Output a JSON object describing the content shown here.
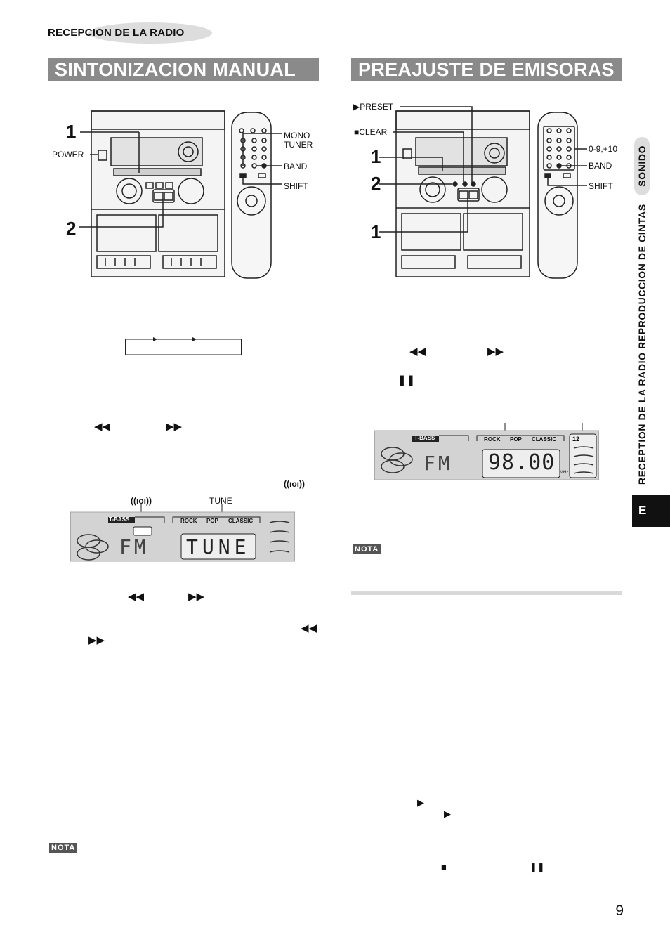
{
  "header": {
    "section": "RECEPCION DE LA RADIO"
  },
  "left": {
    "title": "SINTONIZACION MANUAL",
    "labels": {
      "power": "POWER",
      "mono": "MONO",
      "tuner": "TUNER",
      "band": "BAND",
      "shift": "SHIFT",
      "step1": "1",
      "step2": "2"
    },
    "seek_symbols": {
      "rew": "◀◀",
      "ff": "▶▶",
      "stereo": "((ıoı))"
    },
    "display": {
      "stereo": "((ıoı))",
      "tune_label": "TUNE",
      "tbass": "T-BASS",
      "rock": "ROCK",
      "pop": "POP",
      "classic": "CLASSIC",
      "band_text": "FM",
      "main_text": "TUNE"
    },
    "nota": "NOTA"
  },
  "right": {
    "title": "PREAJUSTE DE EMISORAS",
    "labels": {
      "preset": "PRESET",
      "clear": "CLEAR",
      "keys": "0-9,+10",
      "band": "BAND",
      "shift": "SHIFT",
      "step1a": "1",
      "step2": "2",
      "step1b": "1"
    },
    "symbols": {
      "rew": "◀◀",
      "ff": "▶▶",
      "pause": "❚❚",
      "play1": "▶",
      "play2": "▶",
      "stop": "■",
      "pause2": "❚❚"
    },
    "display": {
      "tbass": "T-BASS",
      "rock": "ROCK",
      "pop": "POP",
      "classic": "CLASSIC",
      "band_text": "FM",
      "freq": "98.00",
      "unit": "MHz",
      "preset_num": "12"
    },
    "nota": "NOTA"
  },
  "sidebar": {
    "vertical_text": "RECEPTION DE LA RADIO REPRODUCCION DE CINTAS",
    "sonido": "SONIDO",
    "tab": "E"
  },
  "page_number": "9"
}
